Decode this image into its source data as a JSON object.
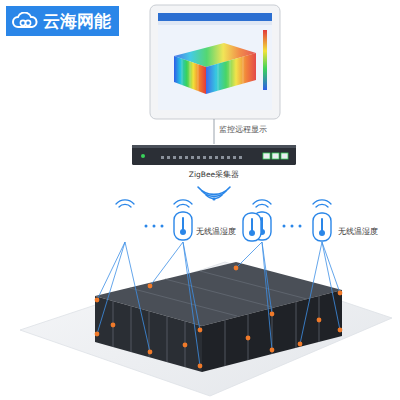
{
  "diagram": {
    "nodes": [
      {
        "text": [
          "ZigBee采集器"
        ]
      },
      {
        "text": [
          "无线温湿度"
        ]
      },
      {
        "text": [
          "无线温湿度"
        ]
      }
    ],
    "labels": [
      "云海网能",
      "监控远程显示"
    ]
  }
}
